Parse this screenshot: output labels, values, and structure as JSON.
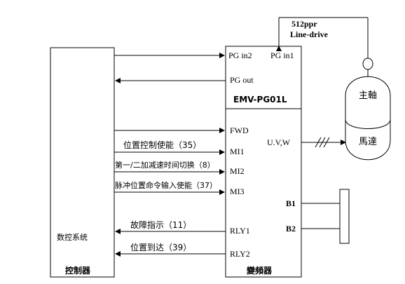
{
  "controller": {
    "system_label": "数控系统",
    "name": "控制器"
  },
  "inverter": {
    "model": "EMV-PG01L",
    "name": "變頻器",
    "terminals": {
      "pg_in2": "PG in2",
      "pg_in1": "PG in1",
      "pg_out": "PG out",
      "fwd": "FWD",
      "mi1": "MI1",
      "mi2": "MI2",
      "mi3": "MI3",
      "rly1": "RLY1",
      "rly2": "RLY2",
      "uvw": "U.V,W",
      "b1": "B1",
      "b2": "B2"
    }
  },
  "signals": {
    "position_enable": "位置控制使能（35）",
    "accel_switch": "第一/二加减速时间切换（8）",
    "pulse_input_enable": "脉冲位置命令输入使能（37）",
    "fault": "故障指示（11）",
    "position_reached": "位置到达（39）"
  },
  "encoder": {
    "resolution": "512ppr",
    "type": "Line-drive"
  },
  "motor": {
    "spindle": "主軸",
    "motor": "馬達"
  }
}
